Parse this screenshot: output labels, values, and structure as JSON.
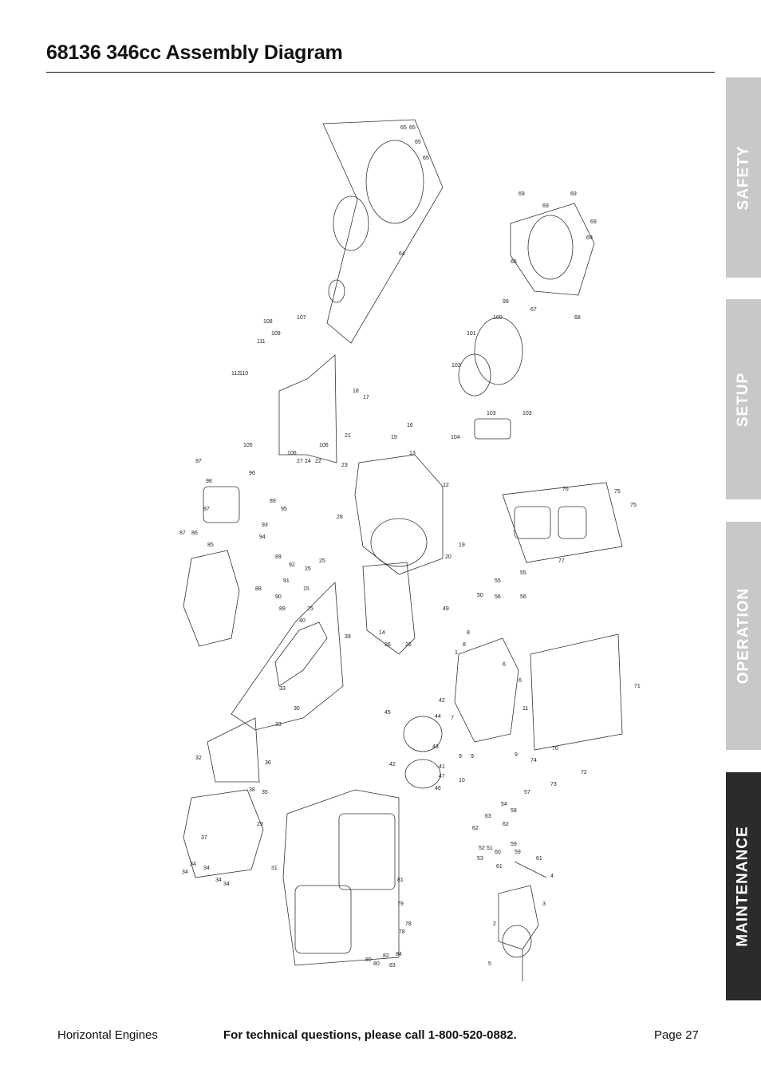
{
  "page": {
    "title": "68136 346cc Assembly Diagram"
  },
  "side_tabs": [
    {
      "label": "SAFETY",
      "active": false
    },
    {
      "label": "SETUP",
      "active": false
    },
    {
      "label": "OPERATION",
      "active": false
    },
    {
      "label": "MAINTENANCE",
      "active": true
    }
  ],
  "colors": {
    "tab_inactive": "#c8c8c8",
    "tab_active": "#2b2b2b",
    "tab_text": "#ffffff"
  },
  "diagram": {
    "part_numbers": [
      "65",
      "65",
      "65",
      "65",
      "69",
      "69",
      "69",
      "69",
      "69",
      "66",
      "67",
      "68",
      "99",
      "100",
      "101",
      "102",
      "103",
      "103",
      "104",
      "64",
      "108",
      "109",
      "107",
      "111",
      "112",
      "110",
      "105",
      "106",
      "106",
      "18",
      "17",
      "21",
      "16",
      "19",
      "13",
      "12",
      "22",
      "23",
      "24",
      "27",
      "97",
      "98",
      "96",
      "97",
      "95",
      "89",
      "93",
      "94",
      "86",
      "87",
      "85",
      "88",
      "89",
      "92",
      "91",
      "90",
      "89",
      "25",
      "25",
      "15",
      "28",
      "20",
      "19",
      "76",
      "75",
      "75",
      "77",
      "55",
      "55",
      "56",
      "56",
      "49",
      "50",
      "14",
      "26",
      "26",
      "40",
      "25",
      "39",
      "30",
      "33",
      "33",
      "1",
      "8",
      "8",
      "6",
      "6",
      "11",
      "7",
      "9",
      "9",
      "9",
      "42",
      "44",
      "43",
      "45",
      "42",
      "46",
      "47",
      "41",
      "10",
      "71",
      "70",
      "72",
      "74",
      "73",
      "57",
      "54",
      "58",
      "62",
      "63",
      "62",
      "52",
      "53",
      "51",
      "60",
      "61",
      "59",
      "59",
      "61",
      "4",
      "3",
      "2",
      "5",
      "32",
      "36",
      "38",
      "35",
      "29",
      "37",
      "34",
      "34",
      "34",
      "34",
      "34",
      "31",
      "81",
      "79",
      "78",
      "78",
      "80",
      "80",
      "82",
      "83",
      "84"
    ]
  },
  "footer": {
    "left": "Horizontal Engines",
    "center": "For technical questions, please call 1-800-520-0882.",
    "right": "Page 27"
  }
}
